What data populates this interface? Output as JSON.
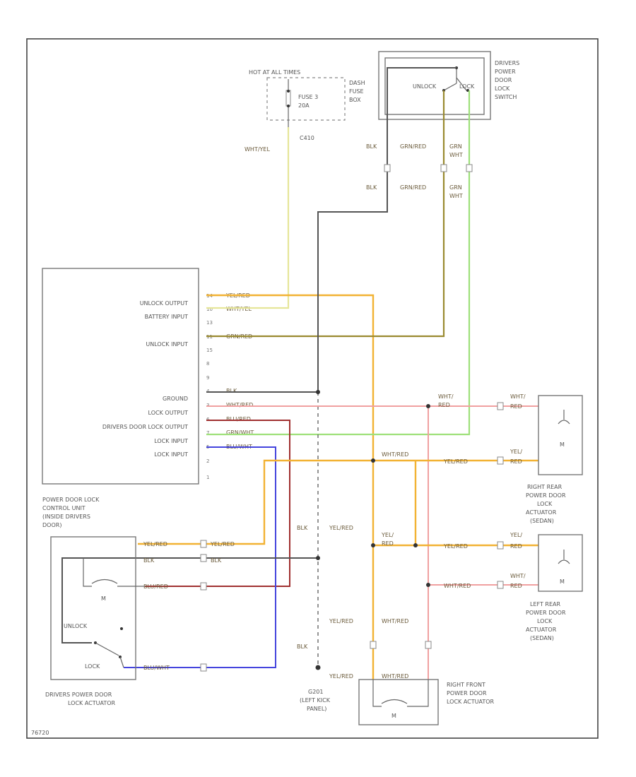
{
  "fuse_box": {
    "hot_label": "HOT AT ALL TIMES",
    "fuse": "FUSE 3",
    "amps": "20A",
    "box_name": [
      "DASH",
      "FUSE",
      "BOX"
    ],
    "connector": "C410"
  },
  "door_switch": {
    "unlock": "UNLOCK",
    "lock": "LOCK",
    "name": [
      "DRIVERS",
      "POWER",
      "DOOR",
      "LOCK",
      "SWITCH"
    ]
  },
  "switch_wires": {
    "upper": [
      "BLK",
      "GRN/RED",
      "GRN",
      "WHT"
    ],
    "lower": [
      "BLK",
      "GRN/RED",
      "GRN",
      "WHT"
    ]
  },
  "control_unit": {
    "functions": [
      "UNLOCK OUTPUT",
      "BATTERY INPUT",
      "UNLOCK INPUT",
      "GROUND",
      "LOCK OUTPUT",
      "DRIVERS DOOR LOCK OUTPUT",
      "LOCK INPUT",
      "LOCK INPUT"
    ],
    "pins": [
      "14",
      "10",
      "13",
      "11",
      "15",
      "8",
      "9",
      "4",
      "3",
      "6",
      "7",
      "5",
      "2",
      "1"
    ],
    "wires": [
      "YEL/RED",
      "WHT/YEL",
      "GRN/RED",
      "BLK",
      "WHT/RED",
      "BLU/RED",
      "GRN/WHT",
      "BLU/WHT"
    ],
    "name": [
      "POWER DOOR LOCK",
      "CONTROL UNIT",
      "(INSIDE DRIVERS",
      "DOOR)"
    ]
  },
  "fuse_wire": "WHT/YEL",
  "drivers_actuator": {
    "wires_left": [
      "YEL/RED",
      "BLK",
      "BLU/RED",
      "BLU/WHT"
    ],
    "wires_right": [
      "YEL/RED",
      "BLK"
    ],
    "unlock": "UNLOCK",
    "lock": "LOCK",
    "motor": "M",
    "name": [
      "DRIVERS POWER DOOR",
      "LOCK ACTUATOR"
    ]
  },
  "ground": {
    "wire": "BLK",
    "name": [
      "G201",
      "(LEFT KICK",
      "PANEL)"
    ]
  },
  "center_wires": [
    "BLK",
    "YEL/RED",
    "BLK",
    "YEL/RED",
    "WHT/RED",
    "YEL/RED",
    "WHT/RED",
    "WHT/RED",
    "YEL/",
    "RED",
    "WHT/",
    "RED"
  ],
  "right_rear": {
    "wires": [
      "WHT/",
      "RED",
      "YEL/",
      "RED",
      "YEL/RED"
    ],
    "motor": "M",
    "name": [
      "RIGHT REAR",
      "POWER DOOR",
      "LOCK",
      "ACTUATOR",
      "(SEDAN)"
    ]
  },
  "left_rear": {
    "wires": [
      "YEL/",
      "RED",
      "WHT/",
      "RED",
      "YEL/RED",
      "WHT/RED"
    ],
    "motor": "M",
    "name": [
      "LEFT REAR",
      "POWER DOOR",
      "LOCK",
      "ACTUATOR",
      "(SEDAN)"
    ]
  },
  "right_front": {
    "motor": "M",
    "name": [
      "RIGHT FRONT",
      "POWER DOOR",
      "LOCK ACTUATOR"
    ]
  },
  "figure_id": "76720",
  "colors": {
    "yel_red": "#f2b233",
    "wht_yel": "#e6e699",
    "grn_red": "#9a8a30",
    "grn": "#88c040",
    "grn_wht": "#9ee07a",
    "wht_red": "#f0a0a0",
    "blu_red": "#a03030",
    "blu_wht": "#4444dd",
    "blk": "#555555"
  }
}
